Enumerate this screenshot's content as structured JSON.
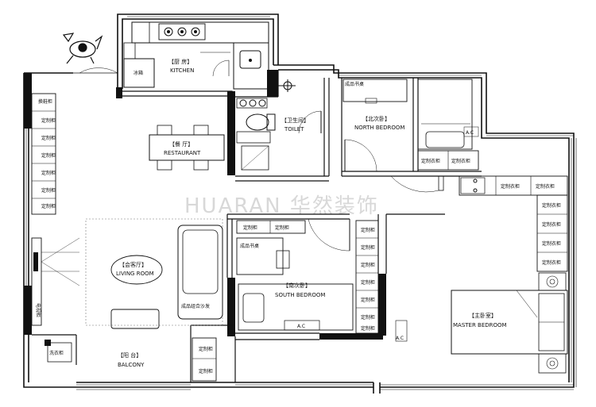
{
  "watermark": "HUARAN 华然装饰",
  "rooms": {
    "kitchen": {
      "cn": "【厨 房】",
      "en": "KITCHEN"
    },
    "toilet": {
      "cn": "【卫生间】",
      "en": "TOILET"
    },
    "north": {
      "cn": "【北次卧】",
      "en": "NORTH BEDROOM"
    },
    "restaurant": {
      "cn": "【餐 厅】",
      "en": "RESTAURANT"
    },
    "living": {
      "cn": "【会客厅】",
      "en": "LIVING ROOM"
    },
    "south": {
      "cn": "【南次卧】",
      "en": "SOUTH BEDROOM"
    },
    "master": {
      "cn": "【主卧室】",
      "en": "MASTER BEDROOM"
    },
    "balcony": {
      "cn": "【阳 台】",
      "en": "BALCONY"
    }
  },
  "labels": {
    "fridge": "冰箱",
    "shoe_cabinet": "换鞋柜",
    "custom_cabinet": "定制柜",
    "custom_wardrobe": "定制衣柜",
    "desk": "成品书桌",
    "sofa": "成品组合沙发",
    "tv_cabinet": "电视柜",
    "laundry": "洗衣柜",
    "ac": "A.C"
  }
}
